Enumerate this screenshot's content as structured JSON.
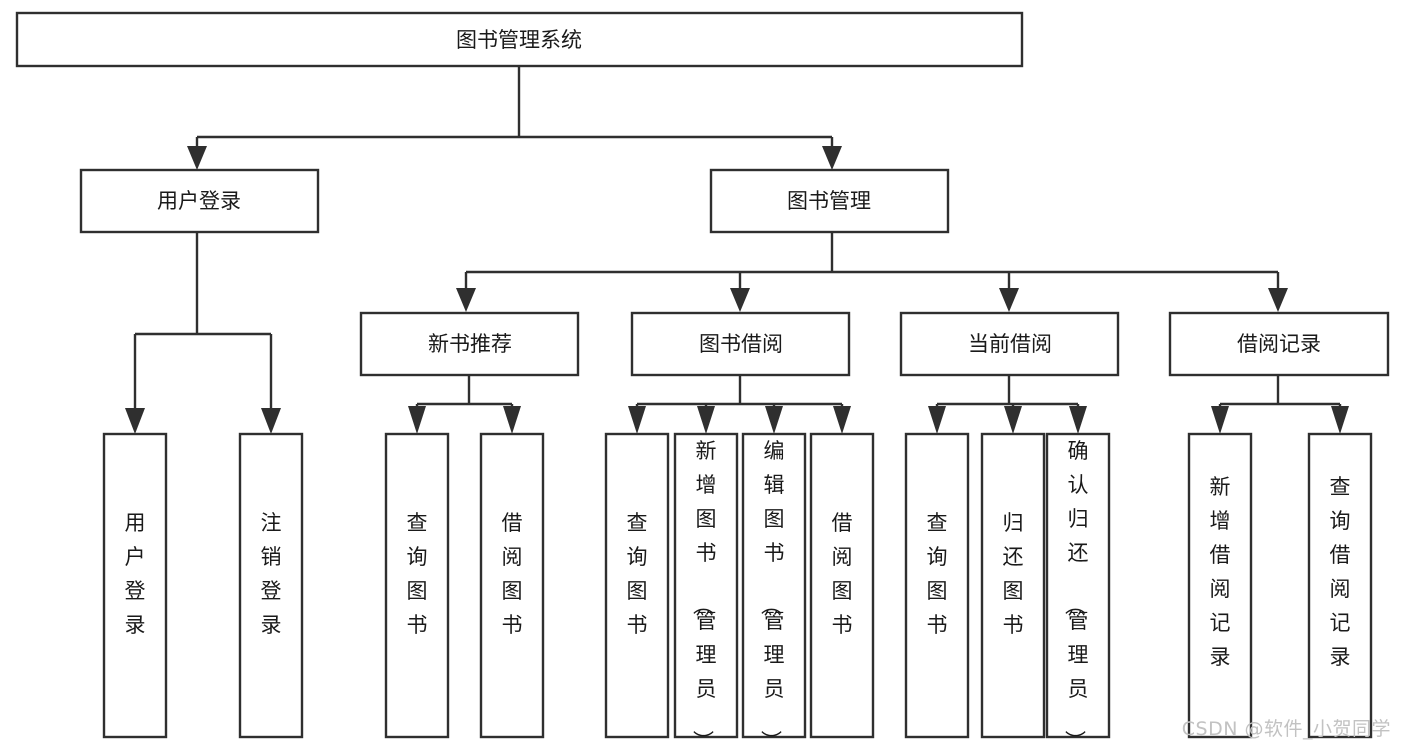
{
  "diagram": {
    "type": "tree-hierarchy",
    "orientation": "top-down",
    "background_color": "#ffffff",
    "line_color": "#2f2f2f",
    "box_fill_color": "#ffffff",
    "text_color": "#1a1a1a",
    "root": {
      "label": "图书管理系统"
    },
    "level2": [
      {
        "label": "用户登录"
      },
      {
        "label": "图书管理"
      }
    ],
    "level3": [
      {
        "label": "新书推荐"
      },
      {
        "label": "图书借阅"
      },
      {
        "label": "当前借阅"
      },
      {
        "label": "借阅记录"
      }
    ],
    "leaves": {
      "user_login": [
        {
          "label": "用户登录"
        },
        {
          "label": "注销登录"
        }
      ],
      "new_book_recommend": [
        {
          "label": "查询图书"
        },
        {
          "label": "借阅图书"
        }
      ],
      "book_borrow": [
        {
          "label": "查询图书"
        },
        {
          "label": "新增图书（管理员）"
        },
        {
          "label": "编辑图书（管理员）"
        },
        {
          "label": "借阅图书"
        }
      ],
      "current_borrow": [
        {
          "label": "查询图书"
        },
        {
          "label": "归还图书"
        },
        {
          "label": "确认归还（管理员）"
        }
      ],
      "borrow_record": [
        {
          "label": "新增借阅记录"
        },
        {
          "label": "查询借阅记录"
        }
      ]
    }
  },
  "watermark": {
    "text": "CSDN @软件_小贺同学",
    "color": "#c2c2c2"
  }
}
